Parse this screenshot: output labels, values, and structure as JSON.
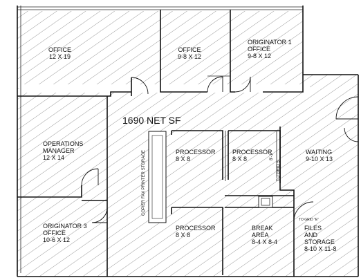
{
  "plan": {
    "net_area": "1690 NET SF",
    "rooms": [
      {
        "id": "office",
        "name": "OFFICE",
        "size": "12 X 19"
      },
      {
        "id": "office-2",
        "name": "OFFICE",
        "size": "9-8 X 12"
      },
      {
        "id": "originator-1",
        "name": "ORIGINATOR 1",
        "name2": "OFFICE",
        "size": "9-8 X 12"
      },
      {
        "id": "operations-manager",
        "name": "OPERATIONS",
        "name2": "MANAGER",
        "size": "12 X 14"
      },
      {
        "id": "processor-1",
        "name": "PROCESSOR",
        "size": "8 X 8"
      },
      {
        "id": "processor-2",
        "name": "PROCESSOR",
        "size": "8 X 8"
      },
      {
        "id": "waiting",
        "name": "WAITING",
        "size": "9-10 X 13"
      },
      {
        "id": "originator-3",
        "name": "ORIGINATOR 3",
        "name2": "OFFICE",
        "size": "10-6 X 12"
      },
      {
        "id": "processor-3",
        "name": "PROCESSOR",
        "size": "8 X 8"
      },
      {
        "id": "break-area",
        "name": "BREAK",
        "name2": "AREA",
        "size": "8-4 X 8-4"
      },
      {
        "id": "files-storage",
        "name": "FILES",
        "name2": "AND",
        "name3": "STORAGE",
        "size": "8-10 X 11-8"
      }
    ],
    "notes": {
      "copier": "COPIER FAX PRINTER STORAGE",
      "to_grid_5": "TO GRID 5",
      "to_grid_e": "TO GRID \"E\"",
      "dim": "8'-1\""
    }
  }
}
